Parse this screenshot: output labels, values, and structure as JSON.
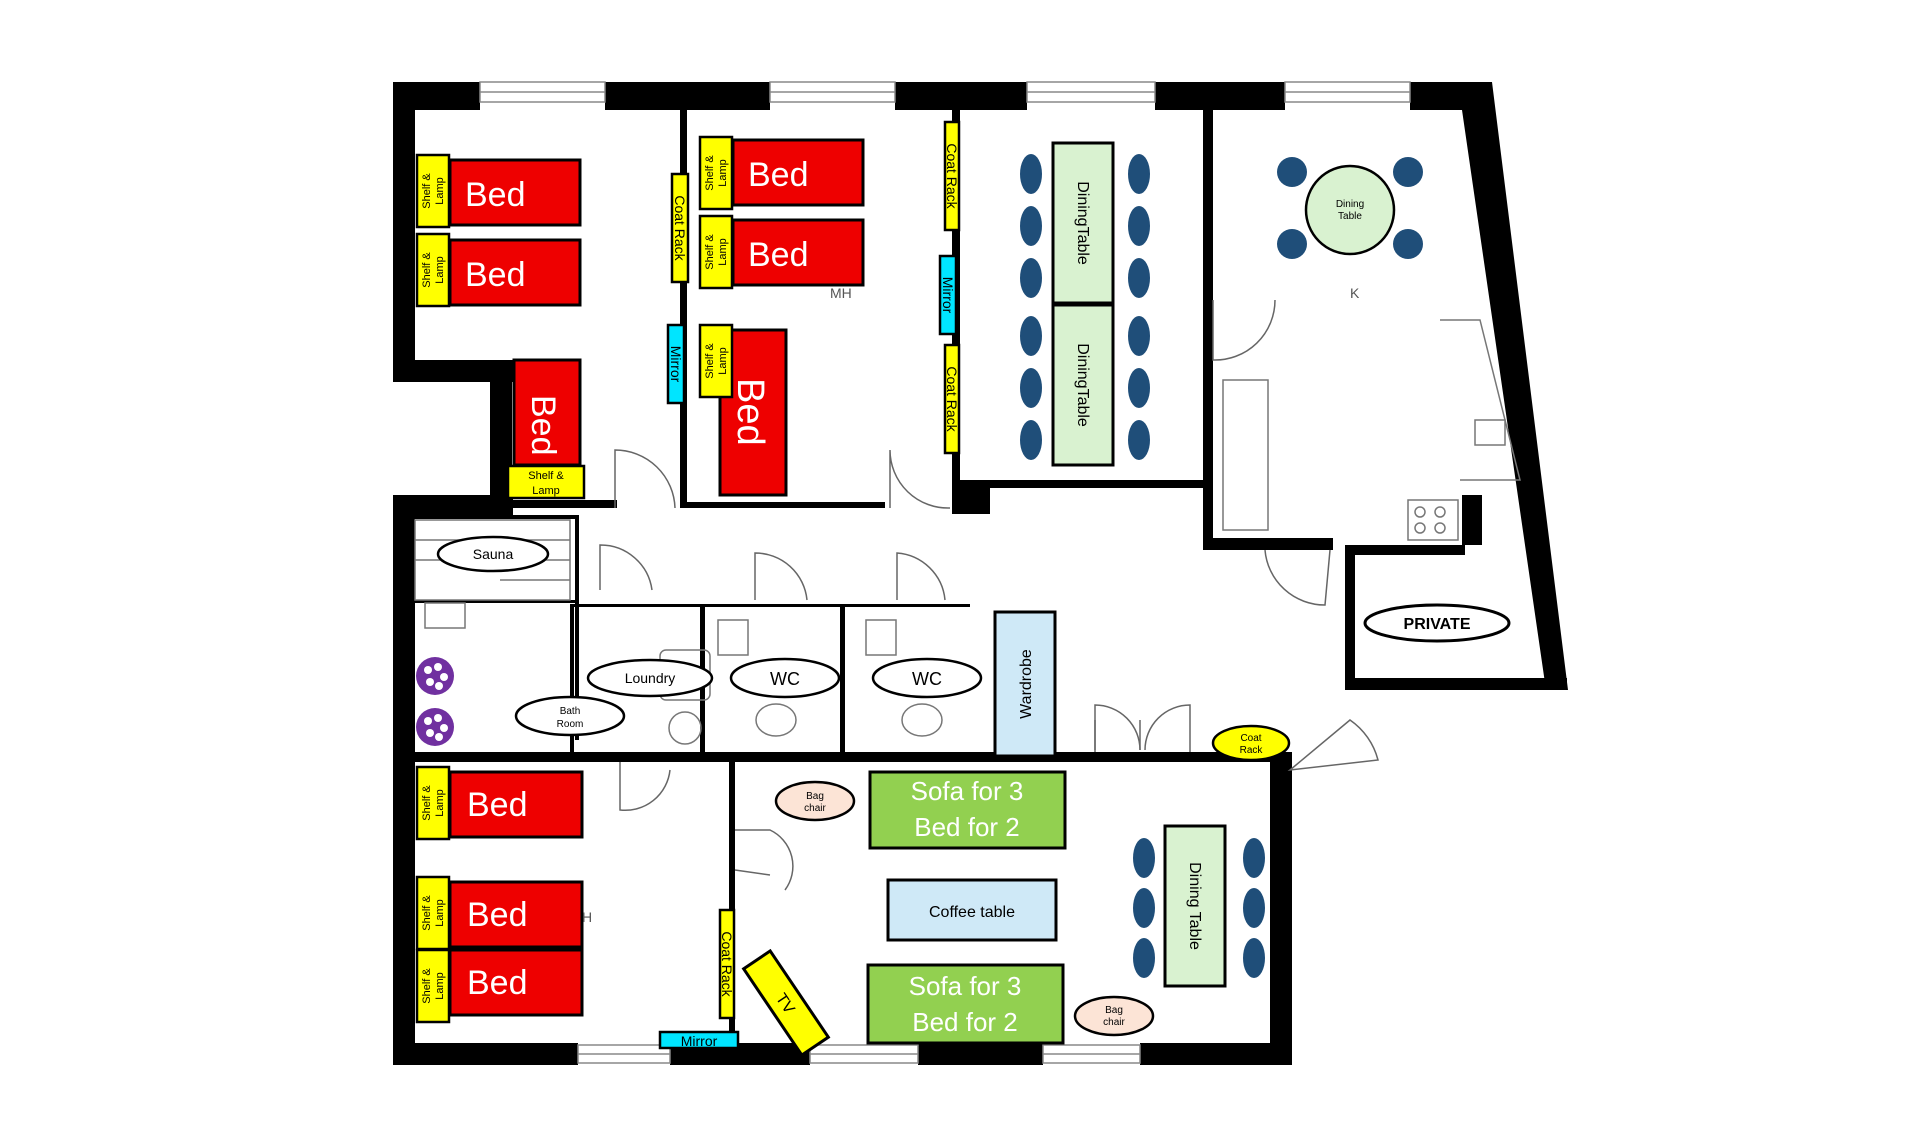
{
  "colors": {
    "bed": "#ee0000",
    "shelf": "#ffff00",
    "mirror": "#00e5ff",
    "sofa": "#92d050",
    "dining": "#d9f2d0",
    "chair": "#1f4e79",
    "coffee": "#cfe9f7",
    "wardrobe": "#cfe9f7",
    "bag": "#fce4d6",
    "wall": "#000000",
    "flower": "#7030a0"
  },
  "labels": {
    "bed": "Bed",
    "shelf_l1": "Shelf &",
    "shelf_l2": "Lamp",
    "shelf_inline": "Shelf & Lamp",
    "coat_rack": "Coat Rack",
    "mirror": "Mirror",
    "dining_table": "DiningTable",
    "dining_table_spaced": "Dining Table",
    "dining_l1": "Dining",
    "dining_l2": "Table",
    "mh": "MH",
    "k": "K",
    "h": "H",
    "sauna": "Sauna",
    "loundry": "Loundry",
    "bath_l1": "Bath",
    "bath_l2": "Room",
    "wc": "WC",
    "wardrobe": "Wardrobe",
    "private": "PRIVATE",
    "coat_l1": "Coat",
    "coat_l2": "Rack",
    "sofa_l1": "Sofa for 3",
    "sofa_l2": "Bed for 2",
    "bag_l1": "Bag",
    "bag_l2": "chair",
    "coffee_table": "Coffee table",
    "tv": "TV"
  }
}
